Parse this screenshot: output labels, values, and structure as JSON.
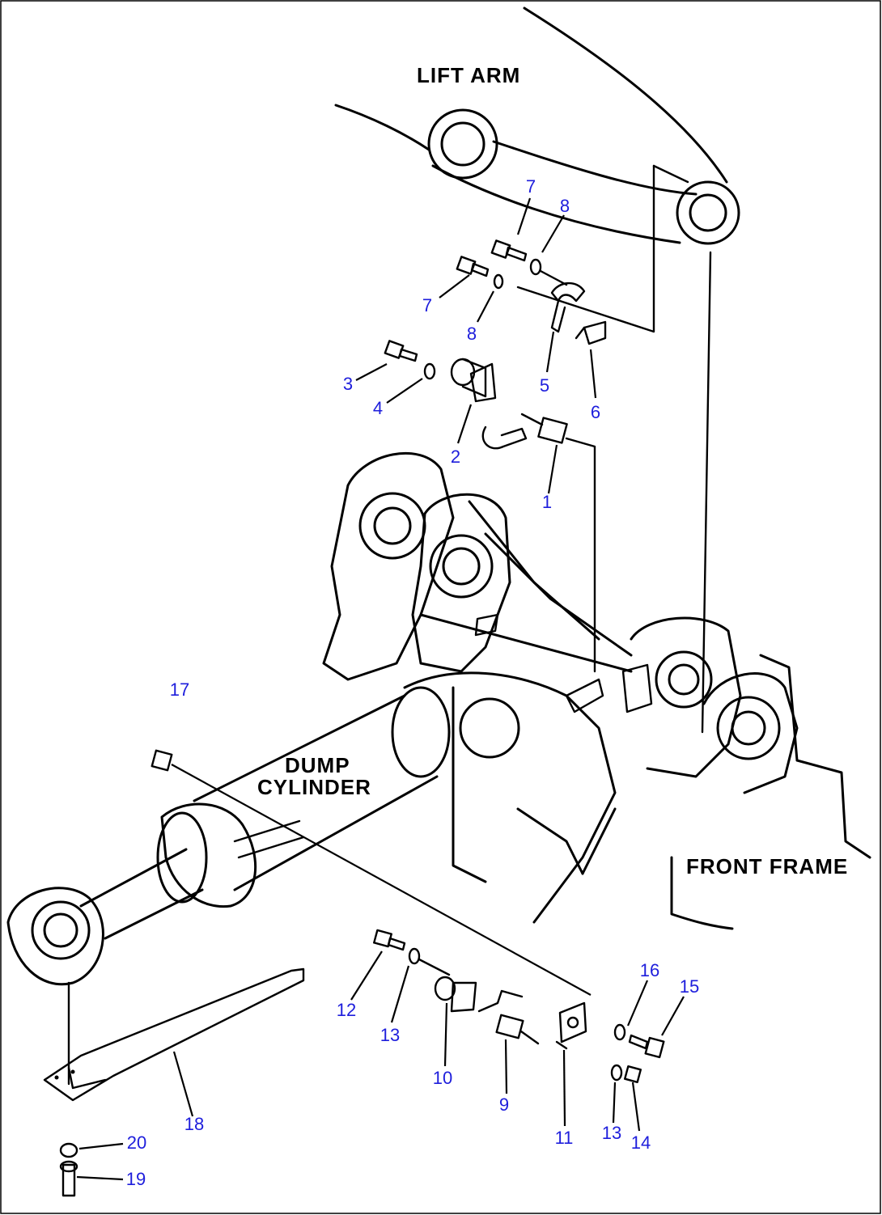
{
  "labels": {
    "lift_arm": "LIFT ARM",
    "dump_cylinder_line1": "DUMP",
    "dump_cylinder_line2": "CYLINDER",
    "front_frame": "FRONT FRAME"
  },
  "callouts": [
    "7",
    "8",
    "7",
    "8",
    "3",
    "4",
    "5",
    "6",
    "2",
    "1",
    "17",
    "16",
    "15",
    "12",
    "13",
    "10",
    "9",
    "11",
    "13",
    "14",
    "18",
    "20",
    "19"
  ],
  "colors": {
    "callout": "#1e1edc",
    "line": "#000000"
  }
}
